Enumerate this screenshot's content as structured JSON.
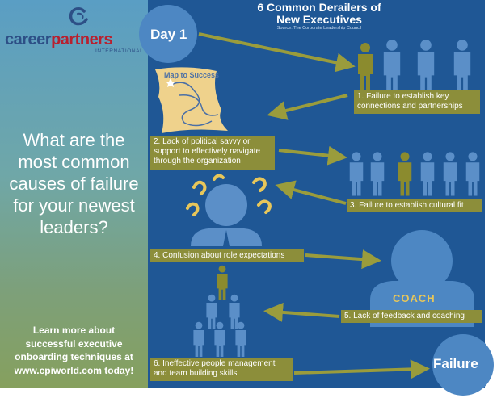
{
  "logo": {
    "brand_career": "career",
    "brand_partners": "partners",
    "brand_international": "INTERNATIONAL"
  },
  "sidebar": {
    "question": [
      "What are the",
      "most common",
      "causes of failure",
      "for your newest",
      "leaders?"
    ],
    "cta": [
      "Learn more about",
      "successful executive",
      "onboarding techniques at",
      "www.cpiworld.com today!"
    ]
  },
  "header": {
    "title_line1": "6 Common Derailers of",
    "title_line2": "New Executives",
    "source": "Source: The Corporate Leadership Council"
  },
  "start_label": "Day 1",
  "end_label": "Failure",
  "map_label": "Map to Success",
  "coach_label": "COACH",
  "derailers": [
    {
      "lines": [
        "1. Failure to establish key",
        "connections and partnerships"
      ]
    },
    {
      "lines": [
        "2. Lack of political savvy or",
        "support to effectively navigate",
        "through the organization"
      ]
    },
    {
      "lines": [
        "3. Failure to establish cultural fit"
      ]
    },
    {
      "lines": [
        "4. Confusion about role expectations"
      ]
    },
    {
      "lines": [
        "5. Lack of feedback and coaching"
      ]
    },
    {
      "lines": [
        "6. Ineffective people management",
        "and team building skills"
      ]
    }
  ],
  "colors": {
    "main_bg": "#1f5795",
    "circle": "#4d87c3",
    "olive": "#8c8e3a",
    "figure_blue": "#5b8fc8",
    "figure_olive": "#8b8b2e",
    "map": "#efd28c",
    "white": "#ffffff"
  }
}
